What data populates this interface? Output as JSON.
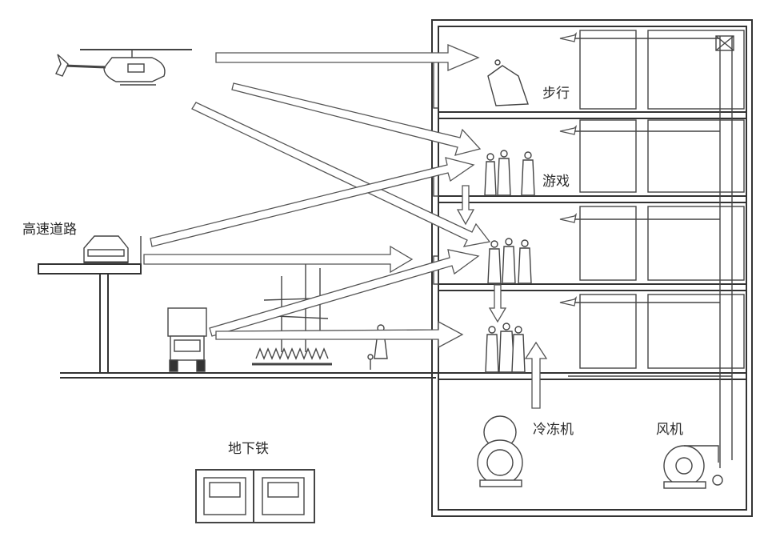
{
  "labels": {
    "walking": "步行",
    "game": "游戏",
    "highway": "高速道路",
    "chiller": "冷冻机",
    "fan": "风机",
    "subway": "地下铁"
  },
  "arrows": [
    {
      "from": "helicopter",
      "to": "floor-4"
    },
    {
      "from": "helicopter",
      "to": "floor-3"
    },
    {
      "from": "helicopter",
      "to": "floor-2"
    },
    {
      "from": "highway",
      "to": "floor-3"
    },
    {
      "from": "highway",
      "to": "floor-2"
    },
    {
      "from": "truck",
      "to": "floor-2"
    },
    {
      "from": "street",
      "to": "floor-1"
    },
    {
      "from": "chiller",
      "to": "floor-1"
    }
  ],
  "icons": [
    "helicopter-icon",
    "car-icon",
    "truck-icon",
    "subway-car-icon",
    "chiller-icon",
    "fan-icon",
    "people-icon",
    "tree-icon"
  ]
}
